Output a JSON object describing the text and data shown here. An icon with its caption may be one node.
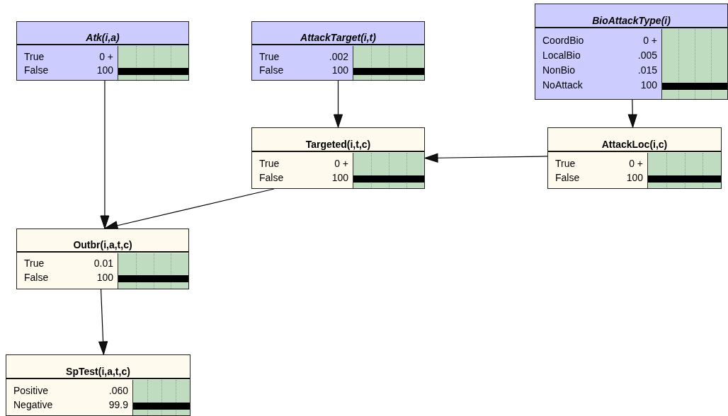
{
  "diagram": {
    "nodes": [
      {
        "text": [
          "Atk(i,a)",
          "True",
          "0 +",
          "False",
          "100"
        ]
      },
      {
        "text": [
          "AttackTarget(i,t)",
          "True",
          ".002",
          "False",
          "100"
        ]
      },
      {
        "text": [
          "BioAttackType(i)",
          "CoordBio",
          "0 +",
          "LocalBio",
          ".005",
          "NonBio",
          ".015",
          "NoAttack",
          "100"
        ]
      },
      {
        "text": [
          "Targeted(i,t,c)",
          "True",
          "0 +",
          "False",
          "100"
        ]
      },
      {
        "text": [
          "AttackLoc(i,c)",
          "True",
          "0 +",
          "False",
          "100"
        ]
      },
      {
        "text": [
          "Outbr(i,a,t,c)",
          "True",
          "0.01",
          "False",
          "100"
        ]
      },
      {
        "text": [
          "SpTest(i,a,t,c)",
          "Positive",
          ".060",
          "Negative",
          "99.9"
        ]
      }
    ],
    "edges": [
      {
        "from": 0,
        "to": 5,
        "arrow": "to"
      },
      {
        "from": 1,
        "to": 3,
        "arrow": "to"
      },
      {
        "from": 2,
        "to": 4,
        "arrow": "to"
      },
      {
        "from": 4,
        "to": 3,
        "arrow": "to"
      },
      {
        "from": 3,
        "to": 5,
        "arrow": "to"
      },
      {
        "from": 5,
        "to": 6,
        "arrow": "to"
      }
    ]
  }
}
